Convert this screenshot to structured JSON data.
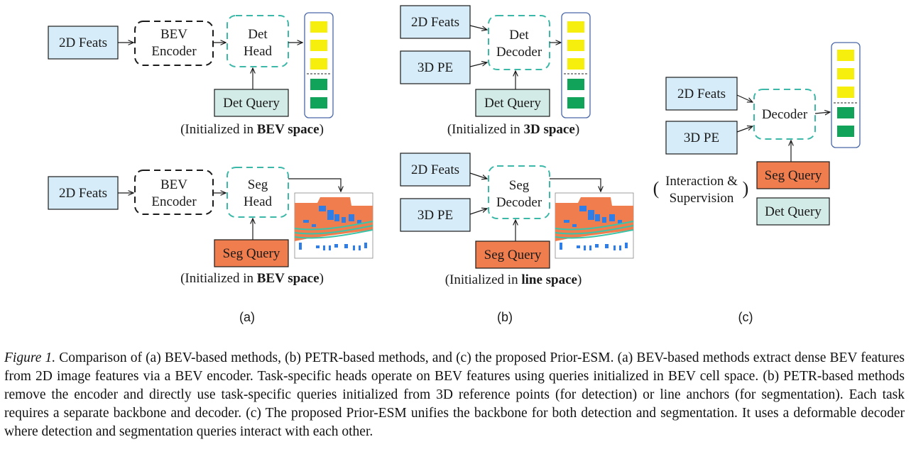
{
  "labels": {
    "feats_2d": "2D Feats",
    "pe_3d": "3D PE",
    "bev_encoder_line1": "BEV",
    "bev_encoder_line2": "Encoder",
    "det_head_line1": "Det",
    "det_head_line2": "Head",
    "seg_head_line1": "Seg",
    "seg_head_line2": "Head",
    "det_decoder_line1": "Det",
    "det_decoder_line2": "Decoder",
    "seg_decoder_line1": "Seg",
    "seg_decoder_line2": "Decoder",
    "decoder": "Decoder",
    "det_query": "Det Query",
    "seg_query": "Seg Query",
    "interaction_line1": "Interaction &",
    "interaction_line2": "Supervision",
    "paren_open": "(",
    "paren_close": ")"
  },
  "init_captions": {
    "prefix": "(Initialized in ",
    "suffix": ")",
    "bev_space": "BEV space",
    "space_3d": "3D space",
    "line_space": "line space"
  },
  "panels": {
    "a": "(a)",
    "b": "(b)",
    "c": "(c)"
  },
  "colors": {
    "feature_box": "#d6ecf8",
    "det_query_box": "#d3ebe6",
    "seg_query_box": "#ef7d4e",
    "head_border": "#3cb8a8",
    "stack_border": "#4a67a8",
    "det_output_yellow": "#f6ee0c",
    "seg_output_green": "#12a35a",
    "map_orange": "#ef7d4e",
    "map_blue": "#2f7ee8",
    "map_teal": "#3cc4a8"
  },
  "caption": {
    "figure_label": "Figure 1.",
    "text": " Comparison of (a) BEV-based methods, (b) PETR-based methods, and (c) the proposed Prior-ESM. (a) BEV-based methods extract dense BEV features from 2D image features via a BEV encoder. Task-specific heads operate on BEV features using queries initialized in BEV cell space. (b) PETR-based methods remove the encoder and directly use task-specific queries initialized from 3D reference points (for detection) or line anchors (for segmentation). Each task requires a separate backbone and decoder. (c) The proposed Prior-ESM unifies the backbone for both detection and segmentation. It uses a deformable decoder where detection and segmentation queries interact with each other."
  }
}
